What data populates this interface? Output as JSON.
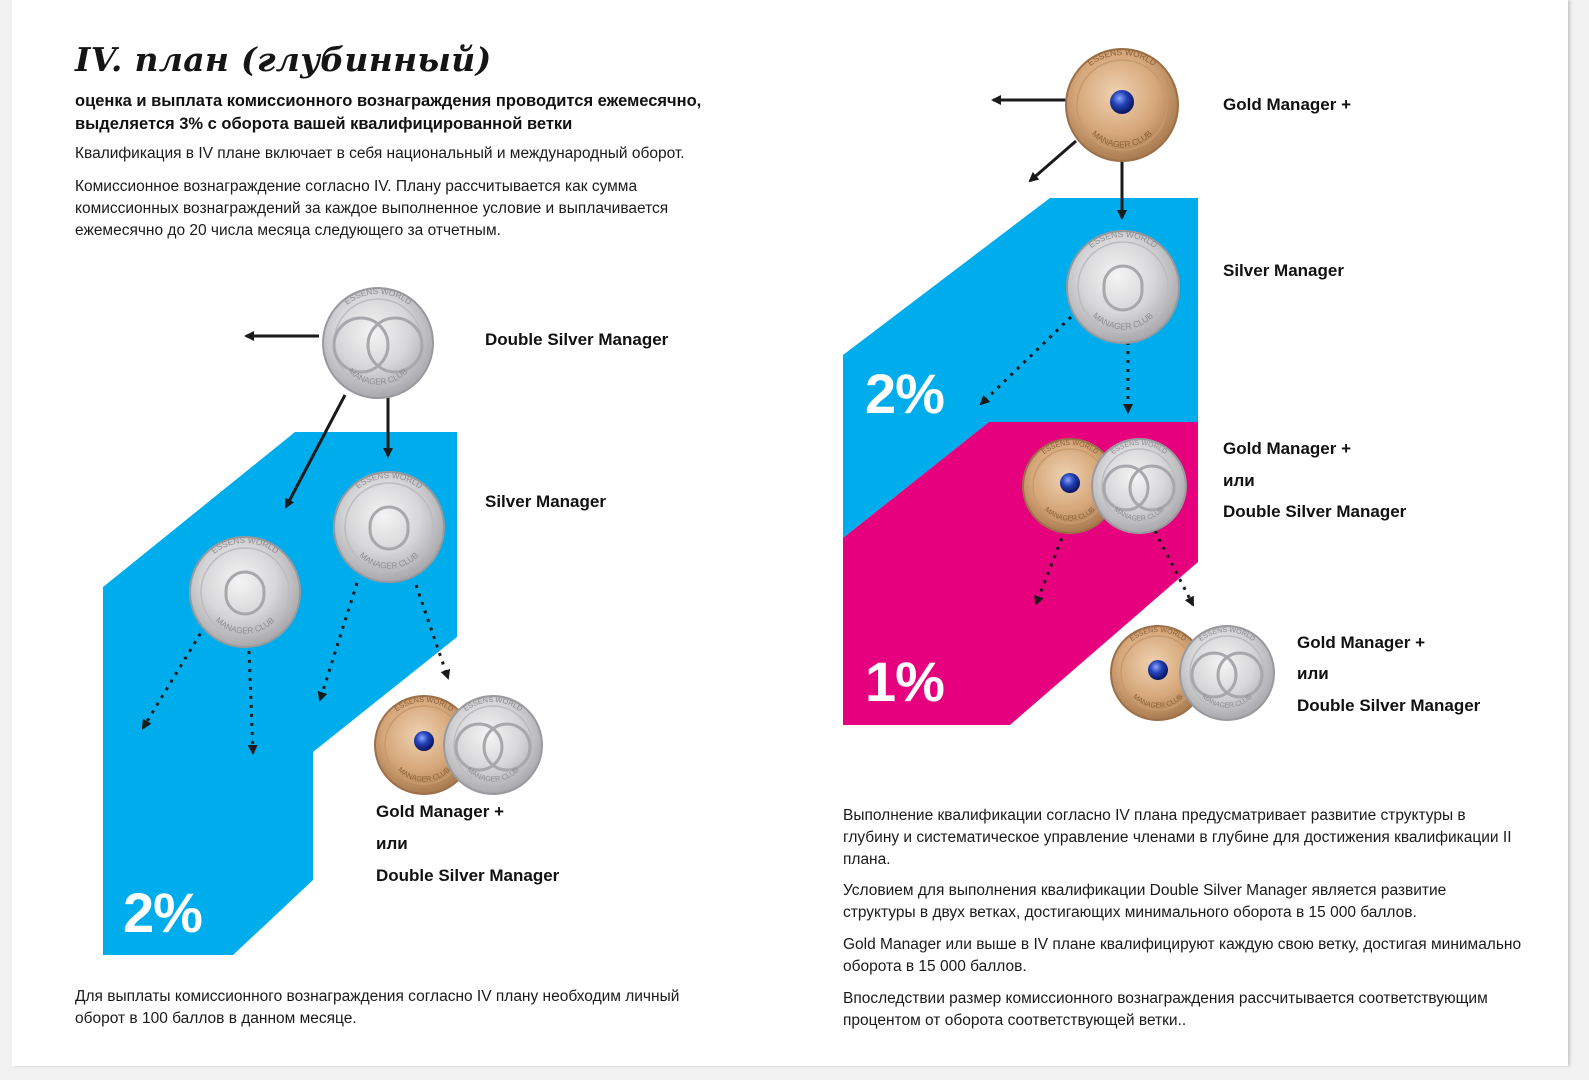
{
  "title": "IV. план (глубинный)",
  "subtitle": "оценка и выплата комиссионного вознаграждения проводится ежемесячно, выделяется 3% с оборота вашей квалифицированной ветки",
  "intro": {
    "p1": "Квалификация в IV плане включает в себя национальный и международный оборот.",
    "p2": "Комиссионное вознаграждение согласно IV. Плану рассчитывается как сумма комиссионных вознаграждений за каждое выполненное условие и выплачивается ежемесячно до 20 числа месяца следующего за отчетным."
  },
  "left_diagram": {
    "labels": {
      "top": "Double Silver Manager",
      "middle": "Silver Manager",
      "bottom_l1": "Gold Manager +",
      "bottom_l2": "или",
      "bottom_l3": "Double Silver Manager"
    },
    "percent": "2%",
    "color": "#00adec",
    "note": "Для выплаты комиссионного вознаграждения согласно IV плану необходим личный оборот в 100 баллов в данном месяце."
  },
  "right_diagram": {
    "labels": {
      "top": "Gold Manager +",
      "second": "Silver Manager",
      "third_l1": "Gold Manager +",
      "third_l2": "или",
      "third_l3": "Double Silver Manager",
      "bottom_l1": "Gold Manager +",
      "bottom_l2": "или",
      "bottom_l3": "Double Silver Manager"
    },
    "percent_blue": "2%",
    "percent_pink": "1%",
    "colors": {
      "blue": "#00adec",
      "pink": "#e6007e"
    }
  },
  "badges": {
    "top_text": "ESSENS WORLD",
    "bottom_text": "MANAGER CLUB"
  },
  "paragraphs": [
    "Выполнение квалификации согласно IV плана предусматривает развитие структуры в глубину и систематическое управление членами в глубине для достижения квалификации II плана.",
    "Условием для выполнения квалификации Double Silver Manager является развитие структуры в двух ветках, достигающих минимального оборота в 15 000 баллов.",
    "Gold Manager или выше в IV плане квалифицируют каждую свою ветку, достигая минимально оборота в 15 000 баллов.",
    "Впоследствии размер комиссионного вознаграждения рассчитывается соответствующим процентом от оборота соответствующей ветки.."
  ]
}
